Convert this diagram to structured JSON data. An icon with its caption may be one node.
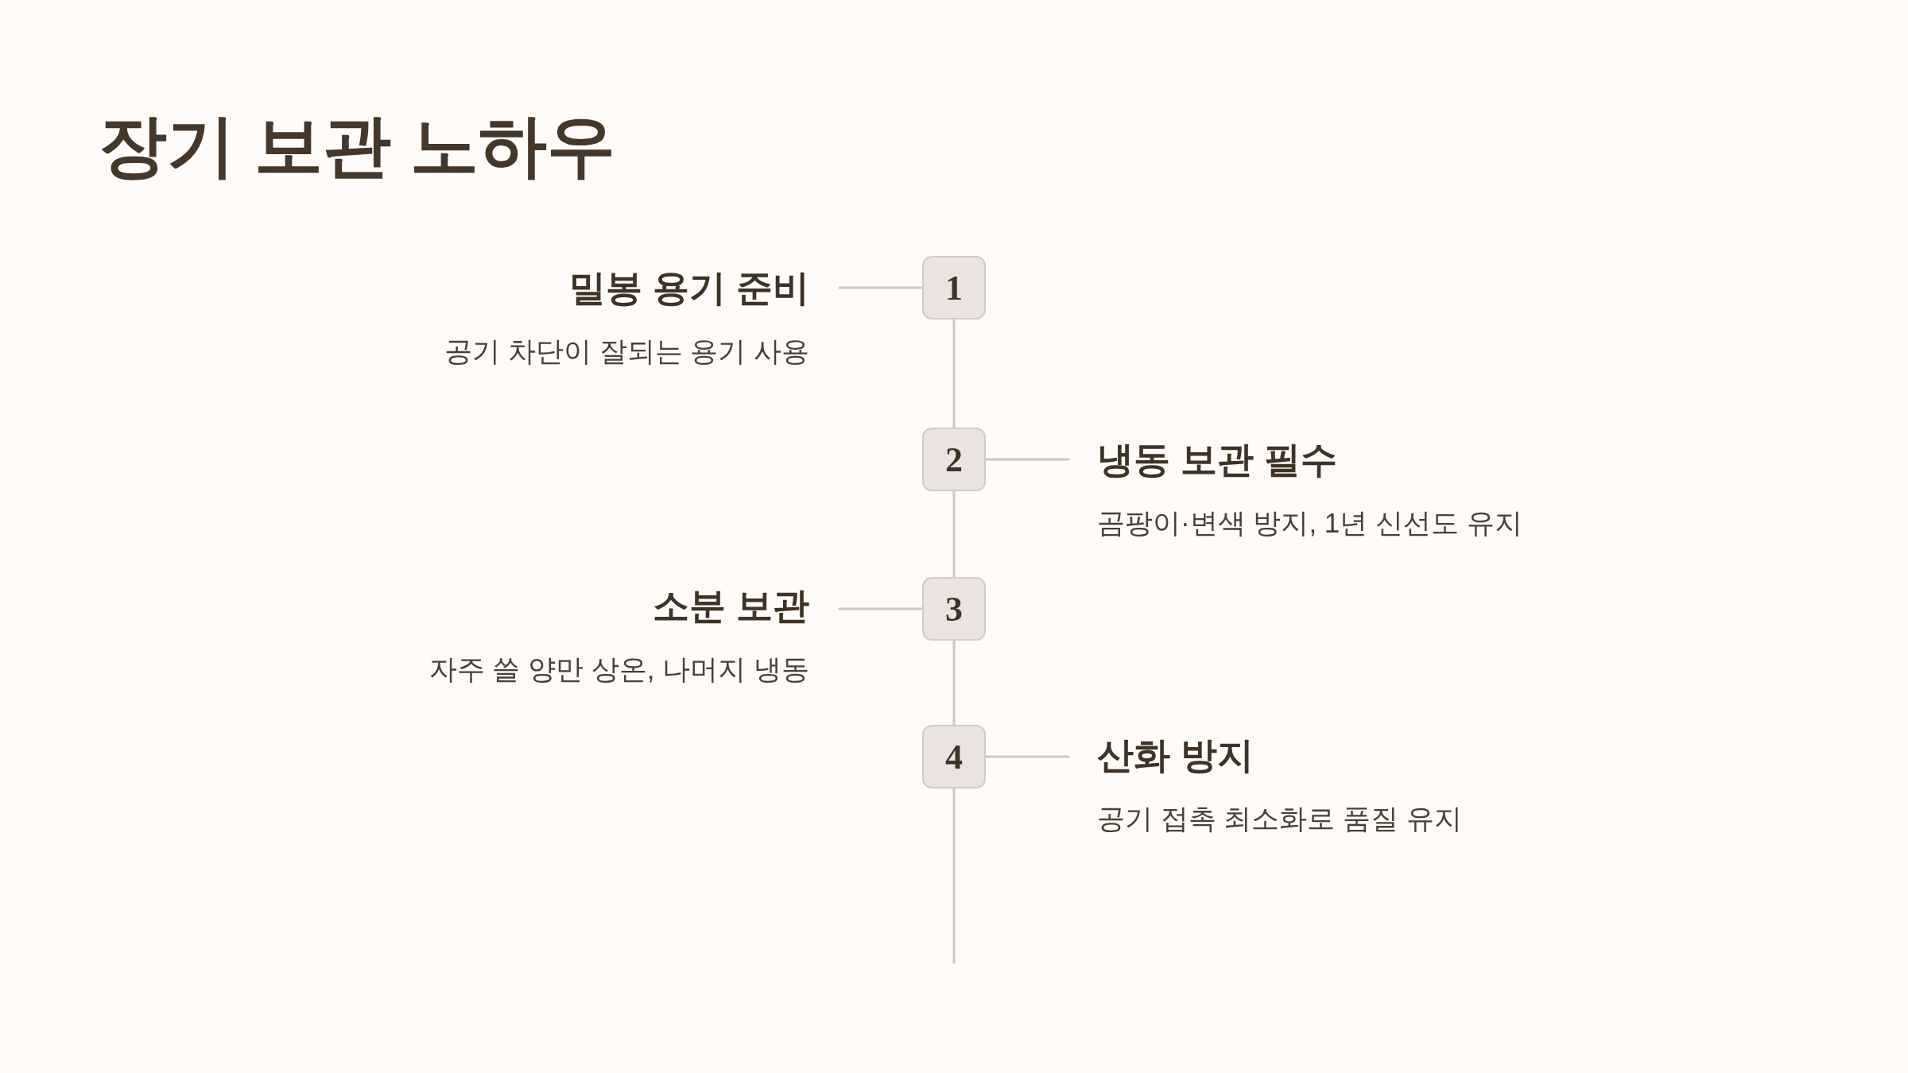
{
  "diagram": {
    "title": "장기 보관 노하우",
    "nodes": [
      {
        "text": [
          "밀봉 용기 준비",
          "공기 차단이 잘되는 용기 사용"
        ]
      },
      {
        "text": [
          "1"
        ]
      },
      {
        "text": [
          "2"
        ]
      },
      {
        "text": [
          "냉동 보관 필수",
          "곰팡이·변색 방지, 1년 신선도 유지"
        ]
      },
      {
        "text": [
          "소분 보관",
          "자주 쓸 양만 상온, 나머지 냉동"
        ]
      },
      {
        "text": [
          "3"
        ]
      },
      {
        "text": [
          "4"
        ]
      },
      {
        "text": [
          "산화 방지",
          "공기 접촉 최소화로 품질 유지"
        ]
      }
    ],
    "edges": [
      {
        "from": 0,
        "to": 1,
        "arrow": "none"
      },
      {
        "from": 1,
        "to": 2,
        "arrow": "none"
      },
      {
        "from": 2,
        "to": 3,
        "arrow": "none"
      },
      {
        "from": 2,
        "to": 5,
        "arrow": "none"
      },
      {
        "from": 5,
        "to": 4,
        "arrow": "none"
      },
      {
        "from": 5,
        "to": 6,
        "arrow": "none"
      },
      {
        "from": 6,
        "to": 7,
        "arrow": "none"
      },
      {
        "from": 6,
        "to": null,
        "arrow": "none"
      }
    ]
  }
}
